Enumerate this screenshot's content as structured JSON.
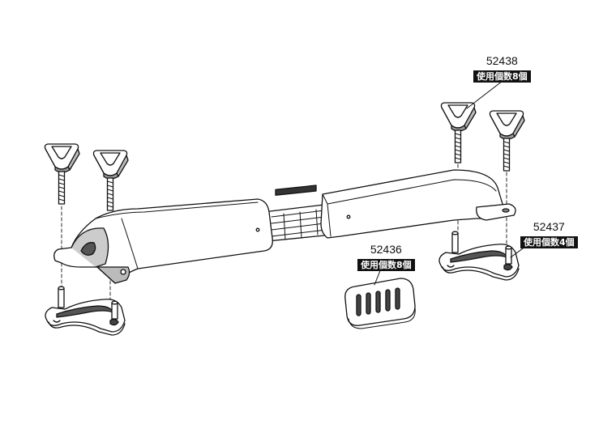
{
  "callouts": [
    {
      "part_no": "52438",
      "qty_label": "使用個数8個"
    },
    {
      "part_no": "52437",
      "qty_label": "使用個数4個"
    },
    {
      "part_no": "52436",
      "qty_label": "使用個数8個"
    }
  ],
  "colors": {
    "line": "#111111",
    "fill": "#ffffff",
    "shade": "#d4d4d4",
    "dark": "#9a9a9a"
  }
}
